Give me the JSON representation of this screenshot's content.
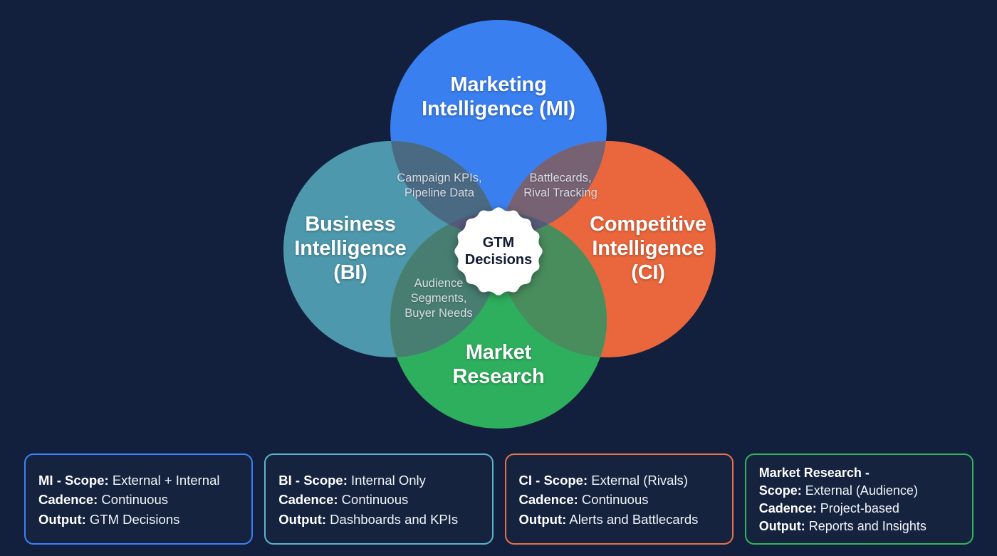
{
  "background_color": "#121f3d",
  "diagram": {
    "type": "venn",
    "center_badge": {
      "label": "GTM\nDecisions",
      "shape": "scalloped-seal",
      "fill": "#ffffff",
      "text_color": "#111c33"
    },
    "lobes": [
      {
        "id": "mi",
        "title": "Marketing\nIntelligence (MI)",
        "color": "#3b82f6",
        "position": "top"
      },
      {
        "id": "bi",
        "title": "Business\nIntelligence\n(BI)",
        "color": "#4f9cb0",
        "position": "left"
      },
      {
        "id": "ci",
        "title": "Competitive\nIntelligence\n(CI)",
        "color": "#f2683c",
        "position": "right"
      },
      {
        "id": "mr",
        "title": "Market\nResearch",
        "color": "#2fb45e",
        "position": "bottom"
      }
    ],
    "overlaps": [
      {
        "id": "mi-bi",
        "label": "Campaign KPIs,\nPipeline Data",
        "between": "MI + BI"
      },
      {
        "id": "mi-ci",
        "label": "Battlecards,\nRival Tracking",
        "between": "MI + CI"
      },
      {
        "id": "bi-mr",
        "label": "Audience\nSegments,\nBuyer Needs",
        "between": "BI + MR"
      }
    ]
  },
  "legend": {
    "cards": [
      {
        "id": "mi",
        "border_color": "#3b82f6",
        "lines": [
          {
            "label": "MI - Scope:",
            "value": "External + Internal"
          },
          {
            "label": "Cadence:",
            "value": "Continuous"
          },
          {
            "label": "Output:",
            "value": "GTM Decisions"
          }
        ]
      },
      {
        "id": "bi",
        "border_color": "#5cb3c9",
        "lines": [
          {
            "label": "BI - Scope:",
            "value": "Internal Only"
          },
          {
            "label": "Cadence:",
            "value": "Continuous"
          },
          {
            "label": "Output:",
            "value": "Dashboards and KPIs"
          }
        ]
      },
      {
        "id": "ci",
        "border_color": "#e8714b",
        "lines": [
          {
            "label": "CI - Scope:",
            "value": "External (Rivals)"
          },
          {
            "label": "Cadence:",
            "value": "Continuous"
          },
          {
            "label": "Output:",
            "value": "Alerts and Battlecards"
          }
        ]
      },
      {
        "id": "mr",
        "border_color": "#2fb45e",
        "compact": true,
        "lines": [
          {
            "label": "Market Research -",
            "value": ""
          },
          {
            "label": "Scope:",
            "value": "External (Audience)"
          },
          {
            "label": "Cadence:",
            "value": "Project-based"
          },
          {
            "label": "Output:",
            "value": "Reports and Insights"
          }
        ]
      }
    ]
  }
}
